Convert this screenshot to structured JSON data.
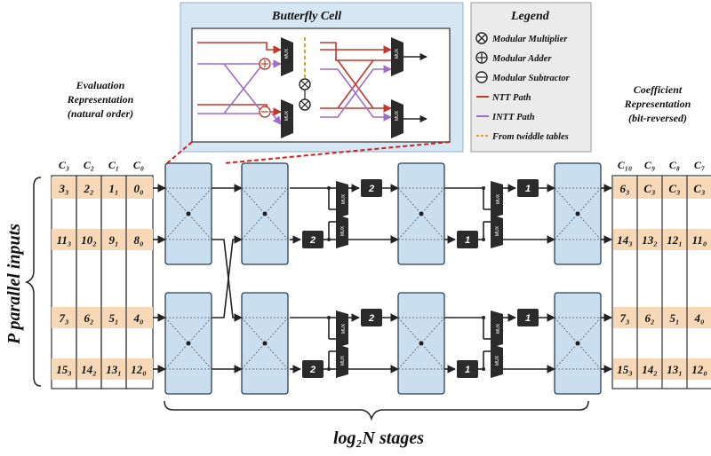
{
  "butterfly_title": "Butterfly Cell",
  "legend": {
    "title": "Legend",
    "items": [
      {
        "label": "Modular Multiplier",
        "icon": "multiplier-icon"
      },
      {
        "label": "Modular Adder",
        "icon": "adder-icon"
      },
      {
        "label": "Modular Subtractor",
        "icon": "subtractor-icon"
      },
      {
        "label": "NTT Path",
        "color": "#c0392b"
      },
      {
        "label": "INTT Path",
        "color": "#9b6fc6"
      },
      {
        "label": "From twiddle tables",
        "color": "#e0a030"
      }
    ]
  },
  "left_title": [
    "Evaluation",
    "Representation",
    "(natural order)"
  ],
  "right_title": [
    "Coefficient",
    "Representation",
    "(bit-reversed)"
  ],
  "side_label": "P parallel inputs",
  "bottom_label": "log₂N stages",
  "mux_label": "MUX",
  "left_table": {
    "headers": [
      "C₃",
      "C₂",
      "C₁",
      "C₀"
    ],
    "rows": [
      [
        "3₃",
        "2₂",
        "1₁",
        "0₀"
      ],
      [
        "11₃",
        "10₂",
        "9₁",
        "8₀"
      ],
      [
        "7₃",
        "6₂",
        "5₁",
        "4₀"
      ],
      [
        "15₃",
        "14₂",
        "13₁",
        "12₀"
      ]
    ]
  },
  "right_table": {
    "headers": [
      "C₁₀",
      "C₉",
      "C₈",
      "C₇"
    ],
    "rows": [
      [
        "6₃",
        "C₃",
        "C₃",
        "C₃"
      ],
      [
        "14₃",
        "13₂",
        "12₁",
        "11₀"
      ],
      [
        "7₃",
        "6₂",
        "5₁",
        "4₀"
      ],
      [
        "15₃",
        "14₂",
        "13₁",
        "12₀"
      ]
    ]
  },
  "delays": {
    "stage1_top": "2",
    "stage1_bottom": "2",
    "stage2_top": "1",
    "stage2_bottom": "1"
  },
  "colors": {
    "cell_fill": "#c9dff0",
    "cell_stroke": "#2c3e50",
    "table_fill": "#f7d9b8",
    "ntt": "#c0392b",
    "intt": "#9b6fc6",
    "twiddle": "#e0a030",
    "delay_fill": "#2b2b2b",
    "zoom_line": "#d0211c"
  }
}
